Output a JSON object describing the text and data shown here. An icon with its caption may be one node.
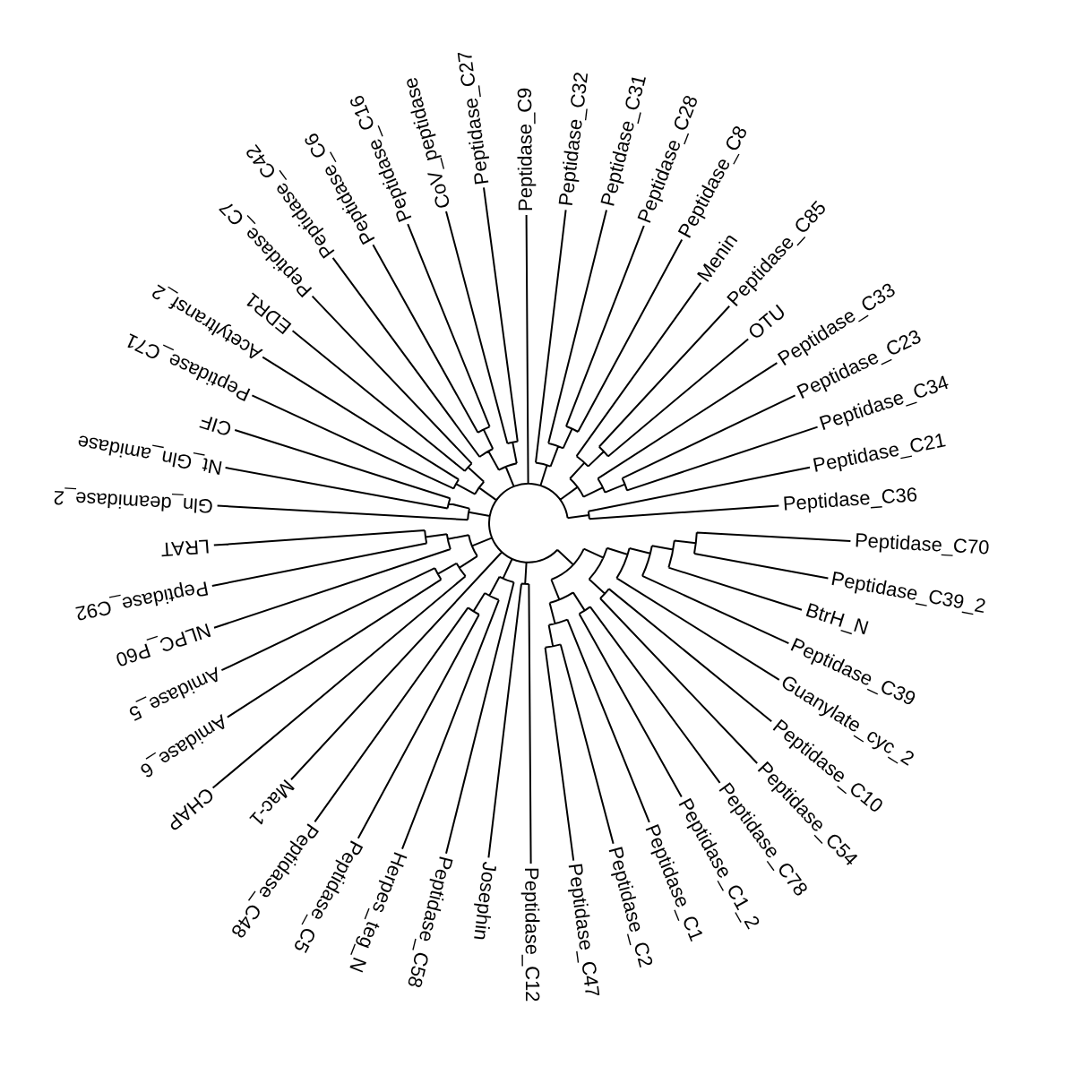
{
  "diagram": {
    "labels": [
      "Gln_deamidase_2",
      "Nt_Gln_amidase",
      "CIF",
      "Peptidase_C71",
      "Acetyltransf_2",
      "EDR1",
      "Peptidase_C7",
      "Peptidase_C42",
      "Peptidase_C6",
      "Peptidase_C16",
      "CoV_peptidase",
      "Peptidase_C27",
      "Peptidase_C9",
      "Peptidase_C32",
      "Peptidase_C31",
      "Peptidase_C28",
      "Peptidase_C8",
      "Menin",
      "Peptidase_C85",
      "OTU",
      "Peptidase_C33",
      "Peptidase_C23",
      "Peptidase_C34",
      "Peptidase_C21",
      "Peptidase_C36",
      "LRAT",
      "Peptidase_C92",
      "NLPC_P60",
      "Amidase_5",
      "Amidase_6",
      "CHAP",
      "Mac-1",
      "Peptidase_C48",
      "Peptidase_C5",
      "Herpes_teg_N",
      "Peptidase_C58",
      "Josephin",
      "Peptidase_C12",
      "Peptidase_C47",
      "Peptidase_C2",
      "Peptidase_C1",
      "Peptidase_C1_2",
      "Peptidase_C78",
      "Peptidase_C54",
      "Peptidase_C10",
      "Guanylate_cyc_2",
      "Peptidase_C39",
      "BtrH_N",
      "Peptidase_C39_2",
      "Peptidase_C70"
    ]
  }
}
